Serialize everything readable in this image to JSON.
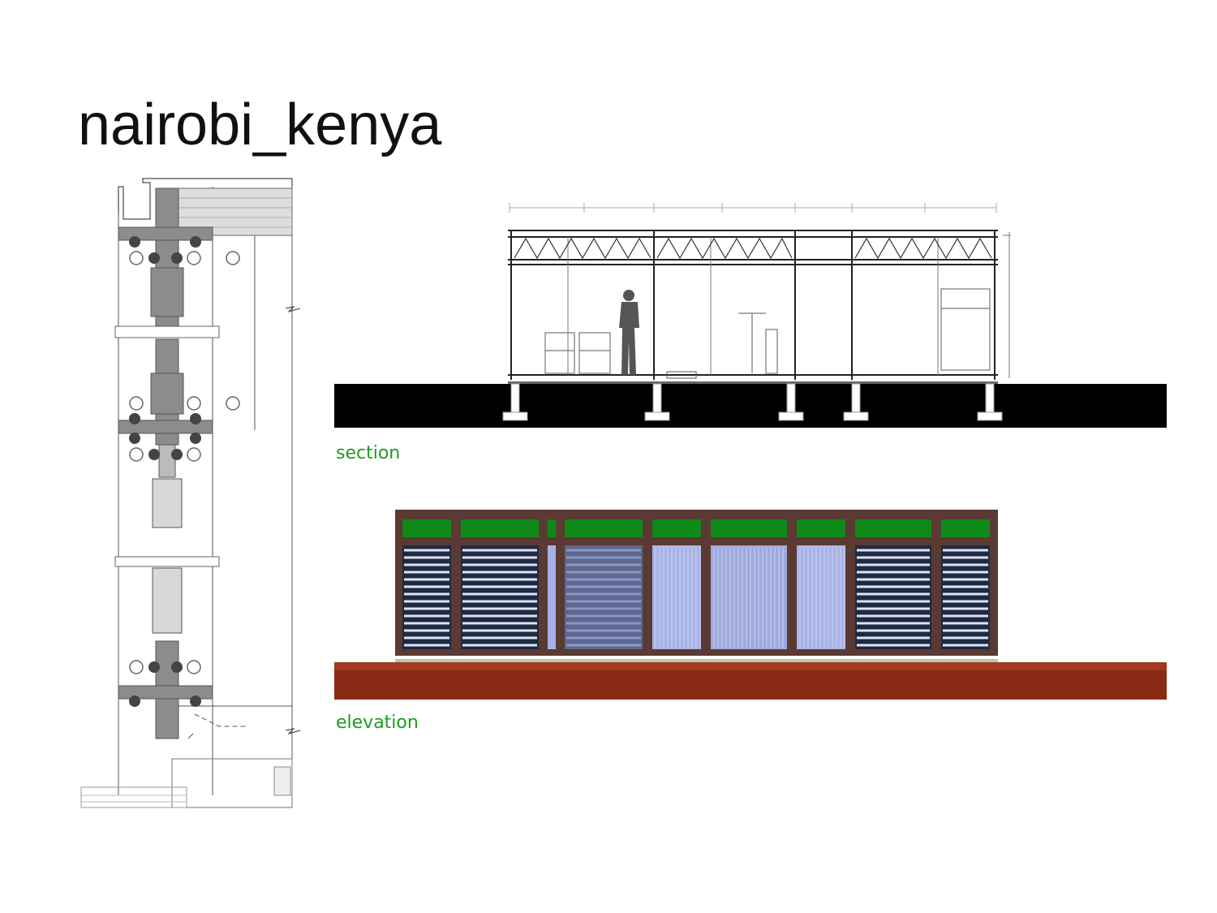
{
  "title": "nairobi_kenya",
  "captions": {
    "section": "section",
    "elevation": "elevation"
  },
  "colors": {
    "caption_green": "#1f9a1f",
    "ground_black": "#000000",
    "ground_brown": "#8a2a14",
    "frame_brown": "#5a3a32",
    "panel_green": "#0f8a1a",
    "louver_dark": "#1d2a44",
    "glass_blue": "#a7b3e6",
    "detail_gray": "#8c8c8c"
  }
}
